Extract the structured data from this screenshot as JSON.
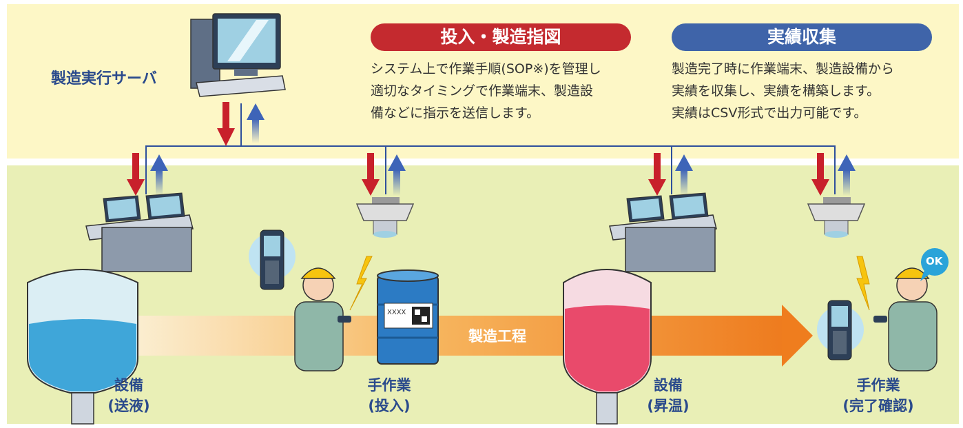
{
  "server": {
    "label": "製造実行サーバ"
  },
  "instruction": {
    "title": "投入・製造指図",
    "lines": [
      "システム上で作業手順(SOP※)を管理し",
      "適切なタイミングで作業端末、製造設",
      "備などに指示を送信します。"
    ]
  },
  "collection": {
    "title": "実績収集",
    "lines": [
      "製造完了時に作業端末、製造設備から",
      "実績を収集し、実績を構築します。",
      "実績はCSV形式で出力可能です。"
    ]
  },
  "process": {
    "label": "製造工程"
  },
  "drum": {
    "tag": "XXXX"
  },
  "ok_badge": "OK",
  "captions": [
    {
      "line1": "設備",
      "line2": "(送液)"
    },
    {
      "line1": "手作業",
      "line2": "(投入)"
    },
    {
      "line1": "設備",
      "line2": "(昇温)"
    },
    {
      "line1": "手作業",
      "line2": "(完了確認)"
    }
  ],
  "colors": {
    "down_arrow": "#c8202b",
    "up_arrow": "#3e64b8",
    "network_line": "#2e4f9c",
    "process_arrow": "#f39a1e"
  }
}
